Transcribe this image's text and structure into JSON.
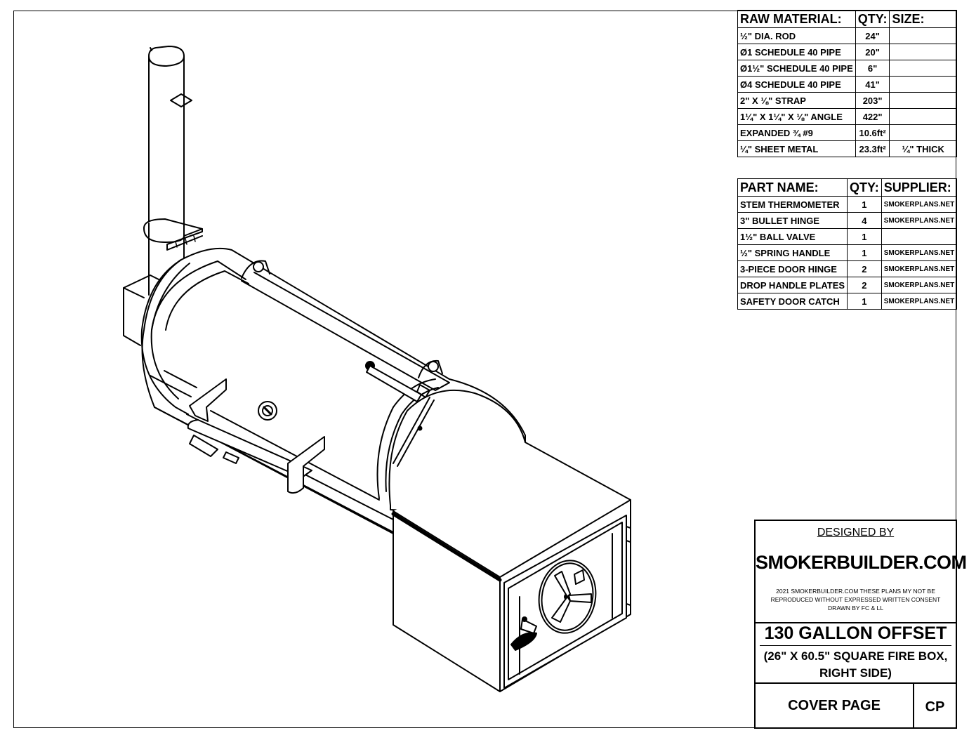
{
  "raw_materials": {
    "headers": [
      "RAW MATERIAL:",
      "QTY:",
      "SIZE:"
    ],
    "rows": [
      {
        "name": "½\" DIA. ROD",
        "qty": "24\"",
        "size": ""
      },
      {
        "name": "Ø1 SCHEDULE 40 PIPE",
        "qty": "20\"",
        "size": ""
      },
      {
        "name": "Ø1½\" SCHEDULE 40 PIPE",
        "qty": "6\"",
        "size": ""
      },
      {
        "name": "Ø4 SCHEDULE 40 PIPE",
        "qty": "41\"",
        "size": ""
      },
      {
        "name": "2\" X ⅛\" STRAP",
        "qty": "203\"",
        "size": ""
      },
      {
        "name": "1¼\" X 1¼\" X ⅛\" ANGLE",
        "qty": "422\"",
        "size": ""
      },
      {
        "name": "EXPANDED ¾ #9",
        "qty": "10.6ft²",
        "size": ""
      },
      {
        "name": "¼\" SHEET METAL",
        "qty": "23.3ft²",
        "size": "¼\" THICK"
      }
    ]
  },
  "parts": {
    "headers": [
      "PART NAME:",
      "QTY:",
      "SUPPLIER:"
    ],
    "rows": [
      {
        "name": "STEM THERMOMETER",
        "qty": "1",
        "supplier": "SMOKERPLANS.NET"
      },
      {
        "name": "3\" BULLET HINGE",
        "qty": "4",
        "supplier": "SMOKERPLANS.NET"
      },
      {
        "name": "1½\" BALL VALVE",
        "qty": "1",
        "supplier": ""
      },
      {
        "name": "½\" SPRING HANDLE",
        "qty": "1",
        "supplier": "SMOKERPLANS.NET"
      },
      {
        "name": "3-PIECE DOOR HINGE",
        "qty": "2",
        "supplier": "SMOKERPLANS.NET"
      },
      {
        "name": "DROP HANDLE PLATES",
        "qty": "2",
        "supplier": "SMOKERPLANS.NET"
      },
      {
        "name": "SAFETY DOOR CATCH",
        "qty": "1",
        "supplier": "SMOKERPLANS.NET"
      }
    ]
  },
  "title_block": {
    "designed_by": "DESIGNED BY",
    "company": "SMOKERBUILDER.COM",
    "notice_line1": "2021 SMOKERBUILDER.COM THESE PLANS MY NOT BE",
    "notice_line2": "REPRODUCED WITHOUT EXPRESSED WRITTEN CONSENT",
    "notice_line3": "DRAWN BY FC & LL",
    "title": "130 GALLON OFFSET",
    "subtitle_line1": "(26\" X 60.5\" SQUARE FIRE BOX,",
    "subtitle_line2": "RIGHT SIDE)",
    "sheet_name": "COVER PAGE",
    "sheet_number": "CP"
  }
}
